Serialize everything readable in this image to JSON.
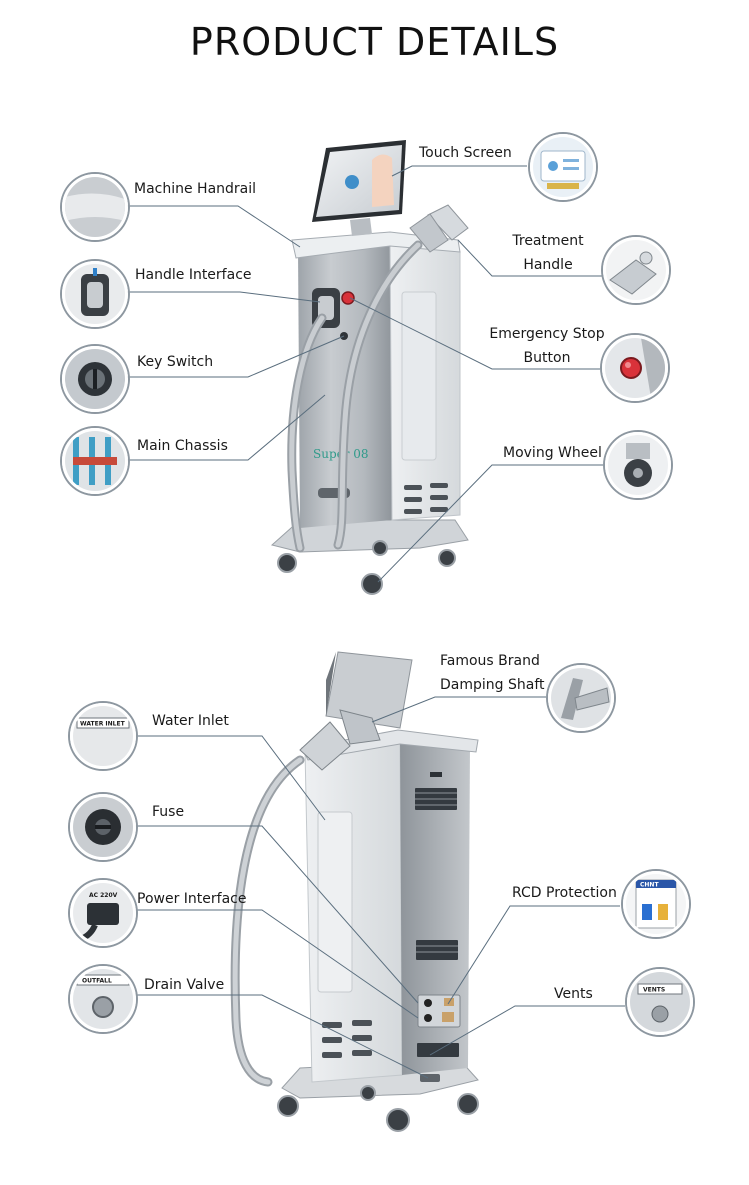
{
  "title": "PRODUCT DETAILS",
  "top_machine": {
    "brand_text": "Super 08",
    "labels": {
      "touch_screen": "Touch Screen",
      "machine_handrail": "Machine Handrail",
      "treatment_handle_1": "Treatment",
      "treatment_handle_2": "Handle",
      "handle_interface": "Handle Interface",
      "emergency_stop_1": "Emergency Stop",
      "emergency_stop_2": "Button",
      "key_switch": "Key Switch",
      "main_chassis": "Main Chassis",
      "moving_wheel": "Moving Wheel"
    }
  },
  "bottom_machine": {
    "labels": {
      "damping_shaft_1": "Famous Brand",
      "damping_shaft_2": "Damping Shaft",
      "water_inlet": "Water Inlet",
      "fuse": "Fuse",
      "power_interface": "Power Interface",
      "rcd_protection": "RCD Protection",
      "drain_valve": "Drain Valve",
      "vents": "Vents"
    },
    "callout_text": {
      "water_inlet": "WATER INLET",
      "power": "AC 220V",
      "outfall": "OUTFALL",
      "vents": "VENTS",
      "rcd_brand": "CHNT"
    }
  },
  "colors": {
    "leader_line": "#5a6e7e",
    "callout_ring": "#8d97a0",
    "emergency_red": "#d9323a",
    "body_light": "#e6e8ea",
    "body_mid": "#b9bec3"
  }
}
